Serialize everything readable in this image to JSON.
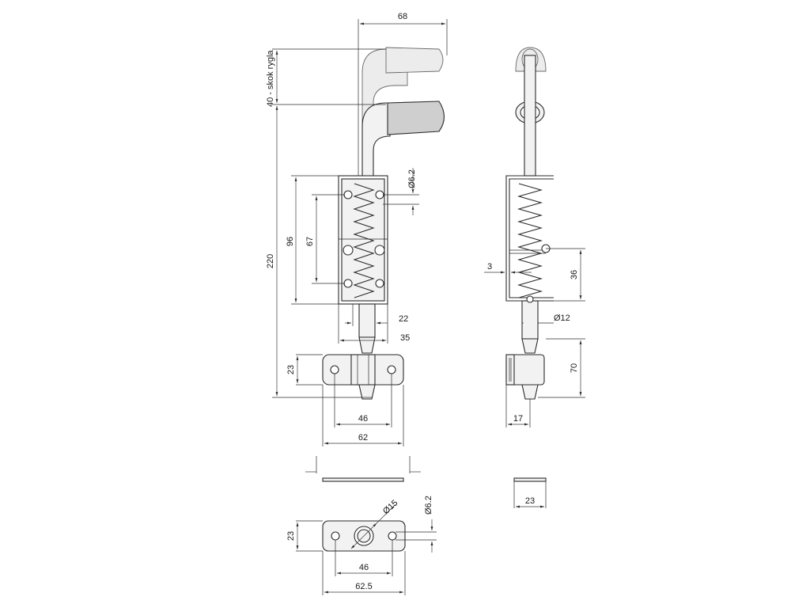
{
  "dimensions": {
    "handle_offset": "68",
    "bolt_travel": "40 - skok rygla",
    "total_length": "220",
    "body_height": "96",
    "hole_spacing_vertical": "67",
    "hole_dia_body": "Ø6.2",
    "bolt_width": "22",
    "body_width": "35",
    "keeper_height": "23",
    "keeper_hole_spacing": "46",
    "keeper_width": "62",
    "side_offset": "3",
    "side_length": "36",
    "bolt_dia": "Ø12",
    "bolt_extension": "70",
    "keeper_depth": "17",
    "plate_thickness_width": "23",
    "plate_height": "23",
    "plate_hole_dia_large": "Ø15",
    "plate_hole_dia_small": "Ø6.2",
    "plate_hole_spacing": "46",
    "plate_width": "62.5"
  }
}
